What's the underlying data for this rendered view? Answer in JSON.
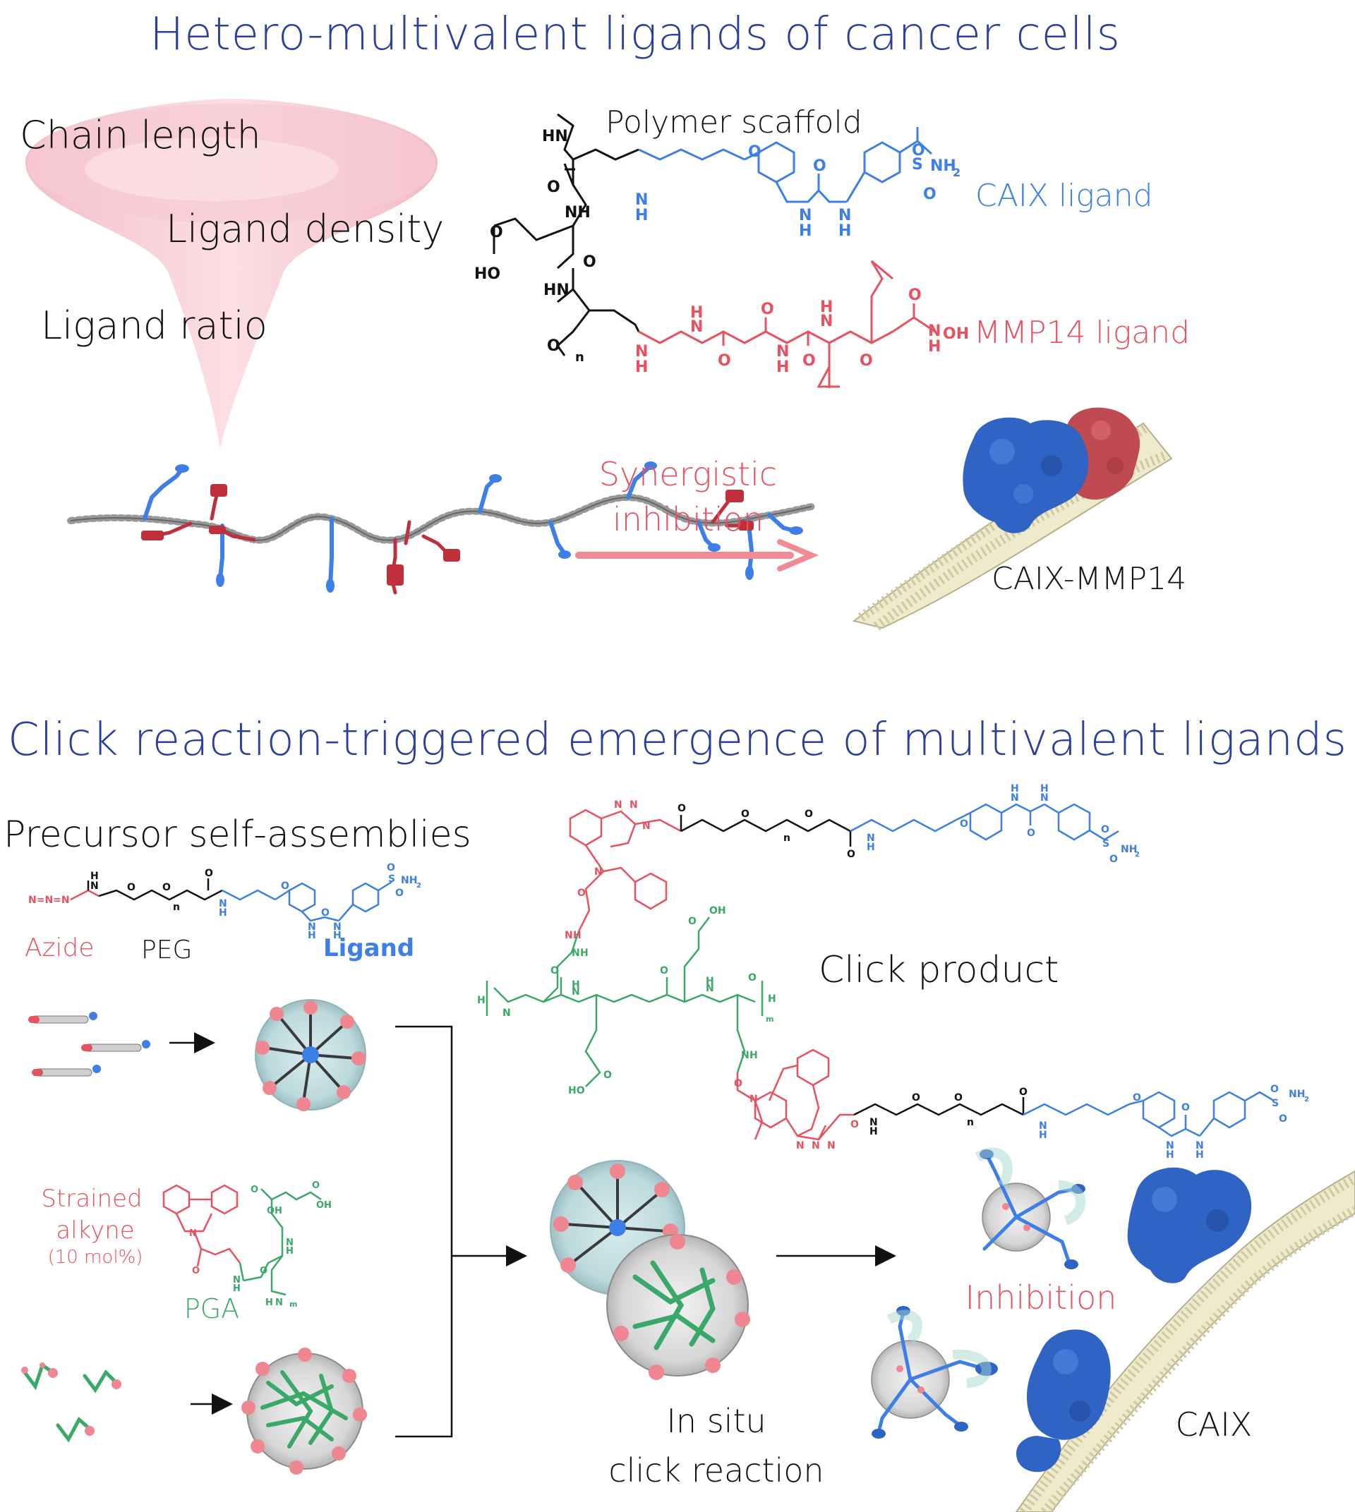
{
  "colors": {
    "title_blue": "#2b3f9e",
    "ligand_blue": "#3d7fe6",
    "ligand_red": "#e8515f",
    "pga_green": "#3aa868",
    "protein_blue": "#2f63c4",
    "protein_red": "#c04a52",
    "funnel_pink": "#f6c7d0",
    "membrane": "#eeeacb",
    "text_black": "#111111"
  },
  "top": {
    "title": "Hetero-multivalent ligands of cancer cells",
    "funnel_labels": [
      "Chain length",
      "Ligand density",
      "Ligand ratio"
    ],
    "polymer_scaffold": "Polymer scaffold",
    "caix_ligand": "CAIX ligand",
    "mmp14_ligand": "MMP14 ligand",
    "arrow_label": [
      "Synergistic",
      "inhibition"
    ],
    "complex_label": "CAIX-MMP14",
    "atoms": {
      "hn_1": "HN",
      "o_1": "O",
      "nh_1": "NH",
      "ho_1": "HO",
      "o_2": "O",
      "o_3": "O",
      "hn_2": "HN",
      "o_4": "O",
      "n_sub": "n",
      "caix_n": "N",
      "caix_h": "H",
      "caix_o": "O",
      "caix_nh_a": "N",
      "caix_h_a": "H",
      "caix_o2": "O",
      "caix_nh_b": "N",
      "caix_h_b": "H",
      "caix_s": "S",
      "caix_nh2": "NH",
      "caix_nh2_sub": "2",
      "caix_so": "O",
      "caix_so2": "O",
      "mmp_n1": "N",
      "mmp_h1": "H",
      "mmp_n2": "N",
      "mmp_h2": "H",
      "mmp_o1": "O",
      "mmp_o2": "O",
      "mmp_n3": "N",
      "mmp_h3": "H",
      "mmp_o3": "O",
      "mmp_n4": "N",
      "mmp_h4": "H",
      "mmp_o4": "O",
      "mmp_o5": "O",
      "mmp_n5": "N",
      "mmp_h5": "H",
      "mmp_oh": "OH"
    }
  },
  "bottom": {
    "title": "Click reaction-triggered emergence of multivalent ligands",
    "precursor_title": "Precursor self-assemblies",
    "azide": "Azide",
    "peg": "PEG",
    "ligand": "Ligand",
    "strained_alkyne": [
      "Strained",
      "alkyne"
    ],
    "mol_percent": "(10 mol%)",
    "pga": "PGA",
    "click_product": "Click product",
    "in_situ": [
      "In situ",
      "click reaction"
    ],
    "inhibition": "Inhibition",
    "caix": "CAIX",
    "atoms": {
      "p1_n3": "N=N=N",
      "p1_nh": "N",
      "p1_h": "H",
      "p1_o1": "O",
      "p1_o2": "O",
      "p1_n": "n",
      "p1_oc": "O",
      "p1_nh2": "N",
      "p1_h2": "H",
      "p1_o3": "O",
      "p1_nh3": "N",
      "p1_h3": "H",
      "p1_nh4": "N",
      "p1_h4": "H",
      "p1_oc2": "O",
      "p1_s": "S",
      "p1_nh2b": "NH",
      "p1_nh2b_sub": "2",
      "p1_so1": "O",
      "p1_so2": "O",
      "cp_n1": "N",
      "cp_n2": "N",
      "cp_n3": "N",
      "cp_n4": "N",
      "cp_o1": "O",
      "cp_n5": "N",
      "cp_h5": "H",
      "cp_o2": "O",
      "cp_o3": "O",
      "cp_n": "n",
      "cp_o4": "O",
      "cp_n6": "N",
      "cp_h6": "H",
      "cp_o5": "O",
      "cp_n7": "N",
      "cp_h7": "H",
      "cp_o6": "O",
      "cp_n8": "N",
      "cp_h8": "H",
      "cp_s": "S",
      "cp_o7": "O",
      "cp_o8": "O",
      "cp_nh2": "NH",
      "cp_nh2_sub": "2",
      "cp_o9": "O",
      "cp_n9": "N",
      "cp_h9": "H",
      "cp_oh1": "OH",
      "cp_o10": "O",
      "cp_h_l": "H",
      "cp_n10": "N",
      "cp_o11": "O",
      "cp_n11": "N",
      "cp_h11": "H",
      "cp_o12": "O",
      "cp_n12": "N",
      "cp_h12": "H",
      "cp_o13": "O",
      "cp_h_r": "H",
      "cp_m": "m",
      "cp_ho": "HO",
      "cp_o14": "O",
      "cp_n13": "N",
      "cp_h13": "H",
      "cp_o15": "O",
      "cp_n14": "N",
      "cp_o16": "O",
      "cp_n15": "N",
      "cp_h15": "H",
      "cp_o17": "O",
      "cp_o18": "O",
      "cp_n_b": "n",
      "cp_o19": "O",
      "cp_n16": "N",
      "cp_h16": "H",
      "cp_o20": "O",
      "cp_n17": "N",
      "cp_h17": "H",
      "cp_o21": "O",
      "cp_n18": "N",
      "cp_h18": "H",
      "cp_s2": "S",
      "cp_o22": "O",
      "cp_o23": "O",
      "cp_nh2b": "NH",
      "cp_nh2b_sub": "2",
      "cp_n19": "N",
      "cp_n20": "N",
      "cp_n21": "N",
      "sa_n": "N",
      "sa_o": "O",
      "sa_n2": "N",
      "sa_h2": "H",
      "sa_o2": "O",
      "sa_oh": "OH",
      "sa_o3": "O",
      "sa_oh2": "OH",
      "sa_n3": "N",
      "sa_h3": "H",
      "sa_o4": "O",
      "sa_n4": "N",
      "sa_h4": "H",
      "sa_m": "m"
    }
  }
}
